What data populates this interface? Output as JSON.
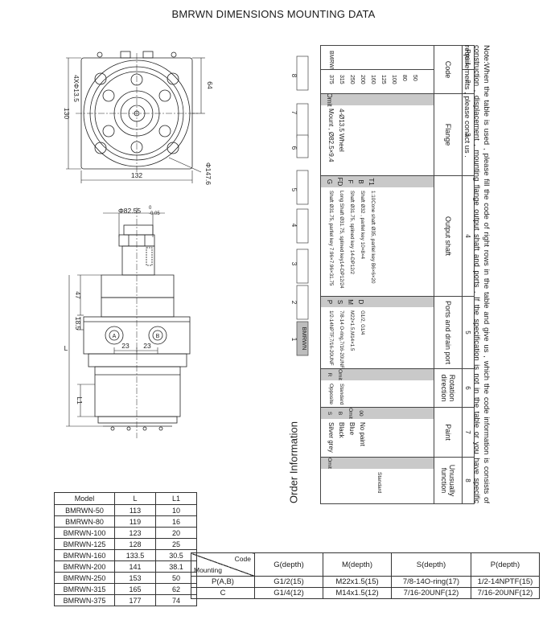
{
  "title": "BMRWN DIMENSIONS MOUNTING DATA",
  "drawing": {
    "dim_holes": "4XΦ13.5",
    "dim_130": "130",
    "dim_64": "64",
    "dim_147": "Φ147.6",
    "dim_132": "132",
    "dim_pilot": "Φ82.55",
    "dim_pilot_tol_top": "0",
    "dim_pilot_tol_bot": "-0.05",
    "dim_47": "47",
    "dim_18": "18.5",
    "dim_23a": "23",
    "dim_23b": "23",
    "dim_L": "L",
    "dim_L1": "L1",
    "port_a": "A",
    "port_b": "B"
  },
  "model_table": {
    "headers": [
      "Model",
      "L",
      "L1"
    ],
    "rows": [
      [
        "BMRWN-50",
        "113",
        "10"
      ],
      [
        "BMRWN-80",
        "119",
        "16"
      ],
      [
        "BMRWN-100",
        "123",
        "20"
      ],
      [
        "BMRWN-125",
        "128",
        "25"
      ],
      [
        "BMRWN-160",
        "133.5",
        "30.5"
      ],
      [
        "BMRWN-200",
        "141",
        "38.1"
      ],
      [
        "BMRWN-250",
        "153",
        "50"
      ],
      [
        "BMRWN-315",
        "165",
        "62"
      ],
      [
        "BMRWN-375",
        "177",
        "74"
      ]
    ]
  },
  "port_table": {
    "corner_top": "Code",
    "corner_bottom": "Mounting",
    "headers": [
      "G(depth)",
      "M(depth)",
      "S(depth)",
      "P(depth)"
    ],
    "rows": [
      [
        "P(A,B)",
        "G1/2(15)",
        "M22x1.5(15)",
        "7/8-14O-ring(17)",
        "1/2-14NPTF(15)"
      ],
      [
        "C",
        "G1/4(12)",
        "M14x1.5(12)",
        "7/16-20UNF(12)",
        "7/16-20UNF(12)"
      ]
    ]
  },
  "order_strip": {
    "title": "Order Information",
    "boxes": [
      "BMRWN",
      "",
      "",
      "",
      "",
      "",
      "",
      ""
    ],
    "numbers": [
      "1",
      "2",
      "3",
      "4",
      "5",
      "6",
      "7",
      "8"
    ]
  },
  "order_table": {
    "pos_label": "Pos.",
    "code_label": "Code",
    "pos_numbers": [
      "1",
      "2",
      "3",
      "4",
      "5",
      "6",
      "7",
      "8"
    ],
    "col_names": [
      "Flange",
      "Output shaft",
      "Ports and drain port",
      "Rotation direction",
      "Paint",
      "Unusually function"
    ],
    "pos1_code": "BMRWN",
    "displacements": [
      "50",
      "80",
      "100",
      "125",
      "160",
      "200",
      "250",
      "315",
      "375"
    ],
    "flange": {
      "code": "Omit",
      "desc": [
        "4-Ø13.5 Wheel",
        "Mount , Ø82.5×9.4"
      ]
    },
    "shaft": [
      {
        "code": "T1",
        "desc": "1:10Cone shaft Ø35, parllel key B6×6×20"
      },
      {
        "code": "B",
        "desc": "Shaft Ø32 , parllel key 10×8×4"
      },
      {
        "code": "F",
        "desc": "Shaft Ø31.75, splined key 14-DP12/2"
      },
      {
        "code": "FD",
        "desc": "Long Shaft Ø31.75, splined key14-DP12/24"
      },
      {
        "code": "G",
        "desc": "Shaft Ø31.75, parllel key 7.96×7.96×31.75"
      }
    ],
    "ports": [
      {
        "code": "D",
        "desc": "G1/2, G1/4"
      },
      {
        "code": "M",
        "desc": "M22×1.5,M14×1.5"
      },
      {
        "code": "S",
        "desc": "7/8-14 O-ring,7/16-20UNF"
      },
      {
        "code": "P",
        "desc": "1/2-14NPTF,7/16-20UNF"
      }
    ],
    "rotation": [
      {
        "code": "Omit",
        "desc": "Standard"
      },
      {
        "code": "R",
        "desc": "Opposite"
      }
    ],
    "paint": [
      {
        "code": "00",
        "desc": "No paint"
      },
      {
        "code": "Omit",
        "desc": "Blue"
      },
      {
        "code": "B",
        "desc": "Black"
      },
      {
        "code": "S",
        "desc": "Silver grey"
      }
    ],
    "unusual": [
      {
        "code": "Omit",
        "desc": "Standard"
      }
    ]
  },
  "note": "Note:When the table is used , please fill the code of right rows in the table and give us , which the code information is consists of construction , displacement , mounting flange output shaft and ports . If the specification is not in the table or you have specific requirements , please conact us ."
}
